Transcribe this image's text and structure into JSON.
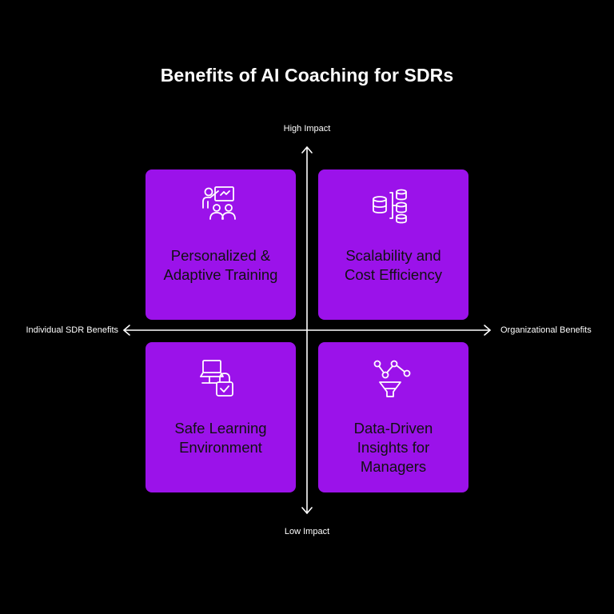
{
  "title": "Benefits of AI Coaching for SDRs",
  "axes": {
    "top": "High Impact",
    "bottom": "Low Impact",
    "left": "Individual SDR Benefits",
    "right": "Organizational Benefits"
  },
  "quadrants": [
    {
      "position": "top-left",
      "label": "Personalized &\nAdaptive Training",
      "icon": "presenter-teaching-group-icon"
    },
    {
      "position": "top-right",
      "label": "Scalability and\nCost Efficiency",
      "icon": "database-scaling-icon"
    },
    {
      "position": "bottom-left",
      "label": "Safe Learning\nEnvironment",
      "icon": "laptop-lock-icon"
    },
    {
      "position": "bottom-right",
      "label": "Data-Driven\nInsights for\nManagers",
      "icon": "analytics-funnel-icon"
    }
  ],
  "colors": {
    "background": "#000000",
    "card": "#9b12ea",
    "text": "#ffffff",
    "card_text": "#111111"
  }
}
